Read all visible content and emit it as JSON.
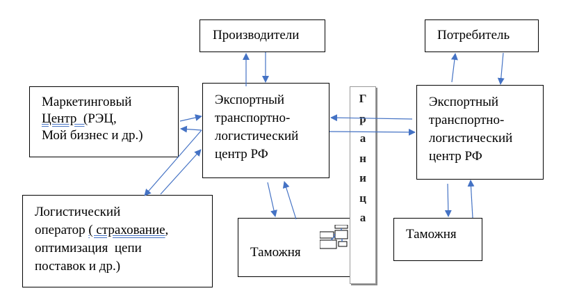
{
  "diagram": {
    "nodes": {
      "producers": "Производители",
      "consumer": "Потребитель",
      "marketing": {
        "line1": "Маркетинговый",
        "line2_underlined": "Центр  (",
        "line2_rest": "РЭЦ,",
        "line3": "Мой бизнес и др.)"
      },
      "etlc_rf": {
        "lines": [
          "Экспортный",
          "транспортно-",
          "логистический",
          "центр РФ"
        ]
      },
      "etlc_foreign": {
        "lines": [
          "Экспортный",
          "транспортно-",
          "логистический",
          "центр РФ"
        ]
      },
      "logistics": {
        "line1": "Логистический",
        "line2_prefix": "оператор ",
        "line2_underlined": "( страхование",
        "line2_suffix": ",",
        "line3": "оптимизация  цепи",
        "line4": "поставок и др.)"
      },
      "customs_left": "Таможня",
      "customs_right": "Таможня"
    },
    "border_label": [
      "Г",
      "р",
      "а",
      "н",
      "и",
      "ц",
      "а"
    ],
    "arrow_color": "#4472c4"
  }
}
